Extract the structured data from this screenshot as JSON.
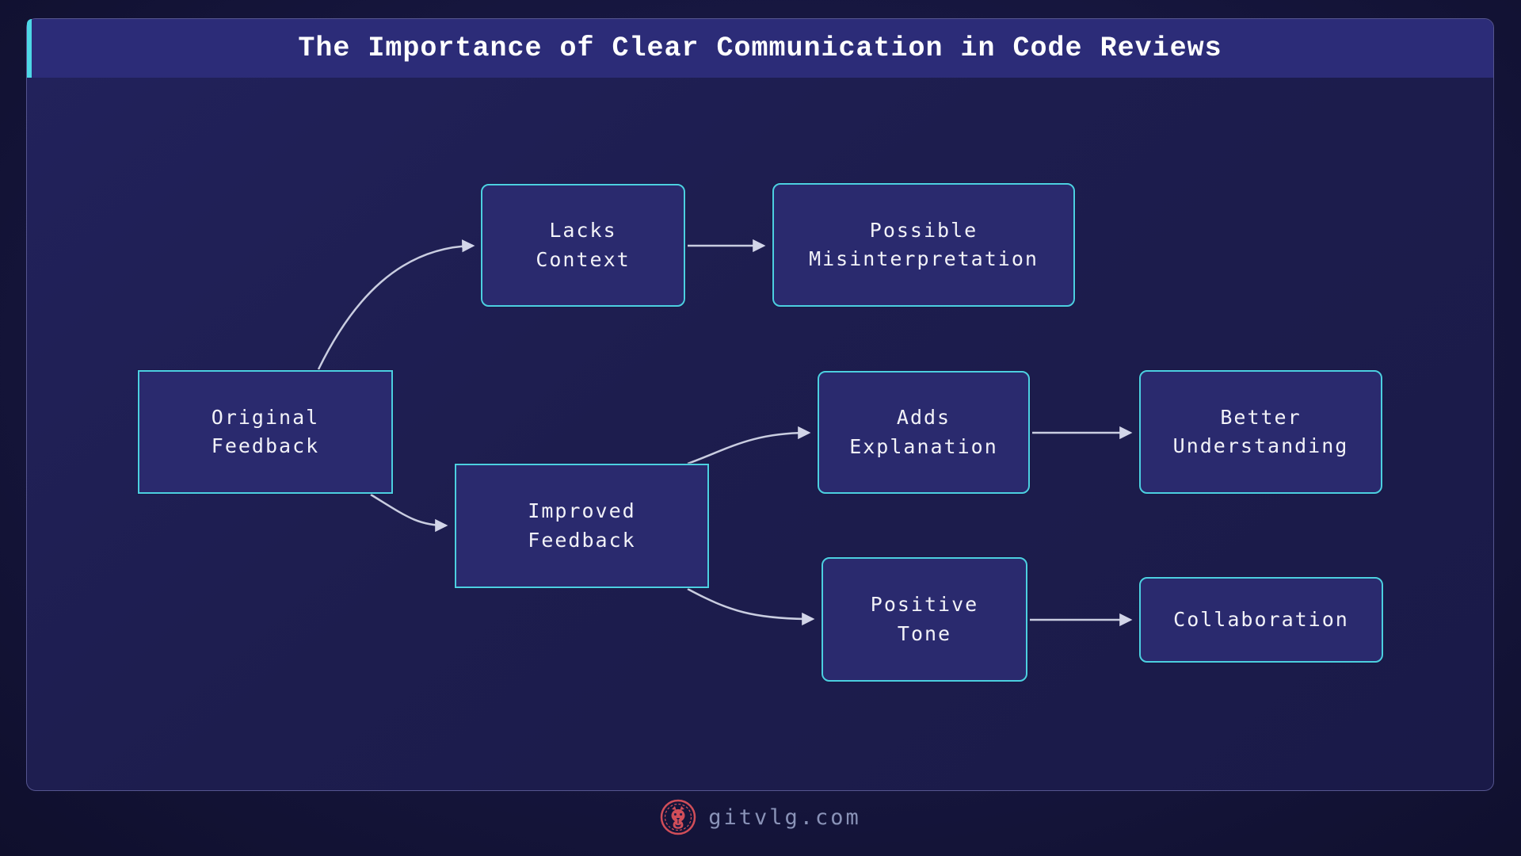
{
  "header": {
    "title": "The Importance of Clear Communication in Code Reviews"
  },
  "diagram": {
    "type": "flowchart",
    "nodes": [
      {
        "id": "original-feedback",
        "label": "Original Feedback",
        "lines": [
          "Original",
          "Feedback"
        ],
        "shape": "rect"
      },
      {
        "id": "lacks-context",
        "label": "Lacks Context",
        "lines": [
          "Lacks",
          "Context"
        ],
        "shape": "rounded"
      },
      {
        "id": "possible-misinterpretation",
        "label": "Possible Misinterpretation",
        "lines": [
          "Possible",
          "Misinterpretation"
        ],
        "shape": "rounded"
      },
      {
        "id": "improved-feedback",
        "label": "Improved Feedback",
        "lines": [
          "Improved",
          "Feedback"
        ],
        "shape": "rect"
      },
      {
        "id": "adds-explanation",
        "label": "Adds Explanation",
        "lines": [
          "Adds",
          "Explanation"
        ],
        "shape": "rounded"
      },
      {
        "id": "better-understanding",
        "label": "Better Understanding",
        "lines": [
          "Better",
          "Understanding"
        ],
        "shape": "rounded"
      },
      {
        "id": "positive-tone",
        "label": "Positive Tone",
        "lines": [
          "Positive",
          "Tone"
        ],
        "shape": "rounded"
      },
      {
        "id": "collaboration",
        "label": "Collaboration",
        "lines": [
          "Collaboration"
        ],
        "shape": "rounded"
      }
    ],
    "edges": [
      {
        "from": "original-feedback",
        "to": "lacks-context"
      },
      {
        "from": "lacks-context",
        "to": "possible-misinterpretation"
      },
      {
        "from": "original-feedback",
        "to": "improved-feedback"
      },
      {
        "from": "improved-feedback",
        "to": "adds-explanation"
      },
      {
        "from": "adds-explanation",
        "to": "better-understanding"
      },
      {
        "from": "improved-feedback",
        "to": "positive-tone"
      },
      {
        "from": "positive-tone",
        "to": "collaboration"
      }
    ]
  },
  "footer": {
    "site": "gitvlg.com",
    "logo": "lion-emblem"
  },
  "colors": {
    "accent_cyan": "#4dd7e6",
    "node_border": "#4ccfe0",
    "node_fill": "#2a2a6e",
    "titlebar": "#2c2c78",
    "edge": "#c9cde0",
    "logo_red": "#d14e59",
    "footer_text": "#8a93b8"
  }
}
